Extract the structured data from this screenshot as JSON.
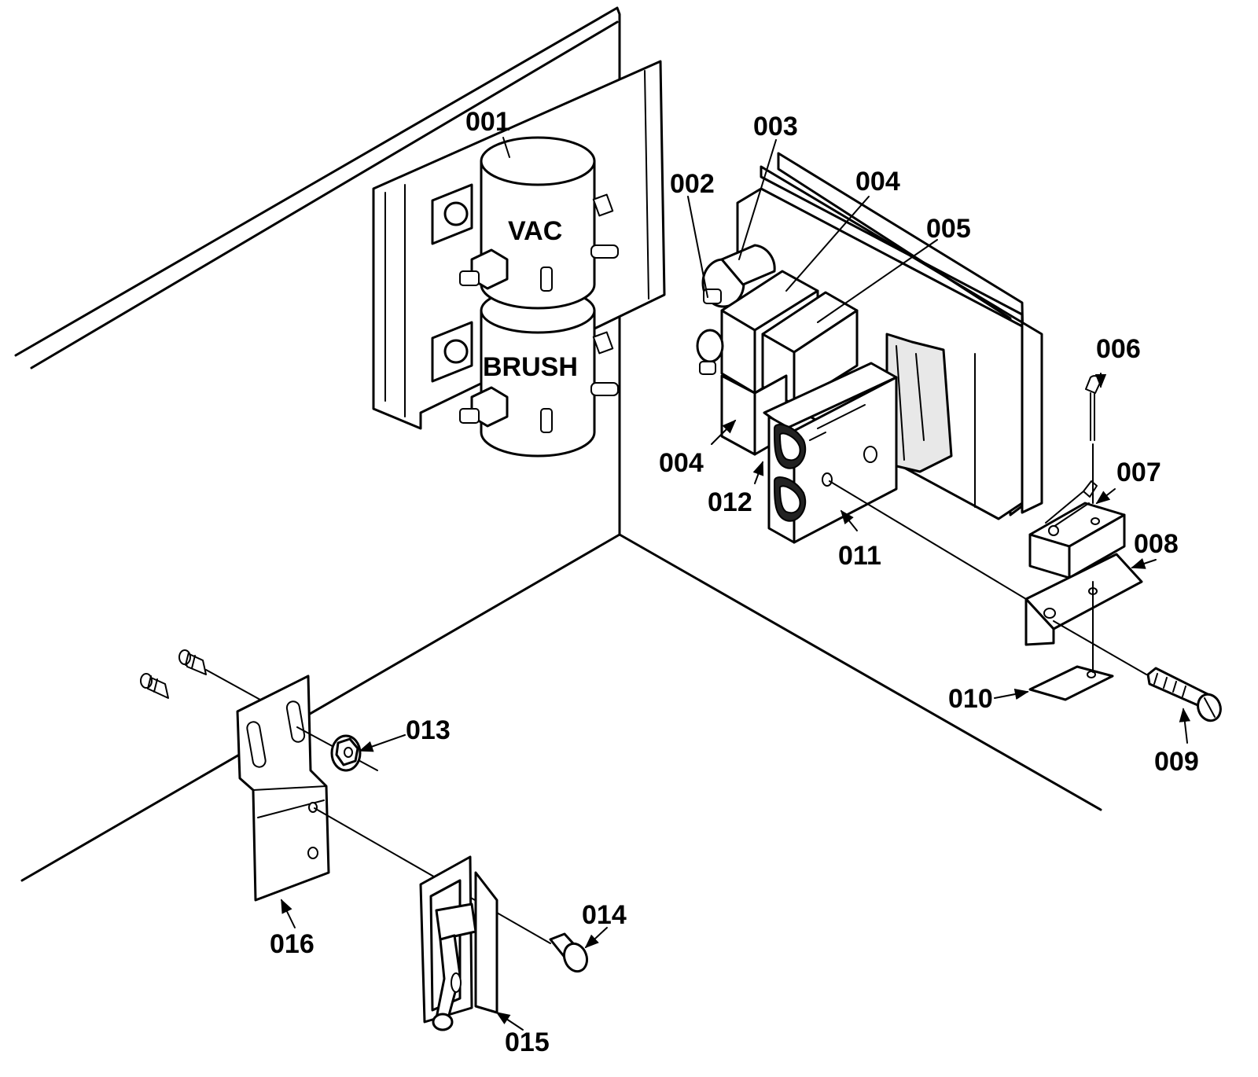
{
  "diagram": {
    "component_labels": {
      "vac": "VAC",
      "brush": "BRUSH"
    },
    "callouts": {
      "c001": "001",
      "c002": "002",
      "c003": "003",
      "c004a": "004",
      "c004b": "004",
      "c005": "005",
      "c006": "006",
      "c007": "007",
      "c008": "008",
      "c009": "009",
      "c010": "010",
      "c011": "011",
      "c012": "012",
      "c013": "013",
      "c014": "014",
      "c015": "015",
      "c016": "016"
    }
  }
}
